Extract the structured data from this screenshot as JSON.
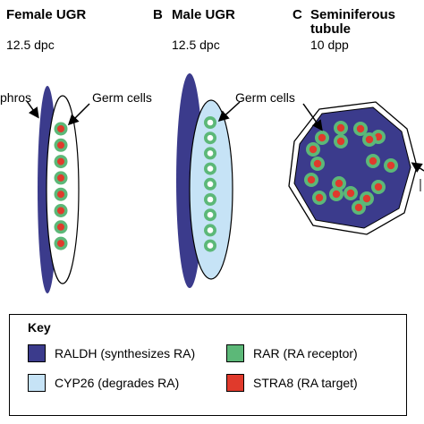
{
  "panels": {
    "a": {
      "title": "Female UGR",
      "age": "12.5 dpc",
      "left_tissue": "phros",
      "cells_label": "Germ cells"
    },
    "b": {
      "letter": "B",
      "title": "Male UGR",
      "age": "12.5 dpc",
      "cells_label": "Germ cells"
    },
    "c": {
      "letter": "C",
      "title_line1": "Seminiferous",
      "title_line2": "tubule",
      "age": "10 dpp"
    }
  },
  "key": {
    "title": "Key",
    "items": [
      {
        "id": "raldh",
        "label": "RALDH (synthesizes RA)",
        "color": "#3b3b8c"
      },
      {
        "id": "cyp26",
        "label": "CYP26  (degrades RA)",
        "color": "#c6e3f6"
      },
      {
        "id": "rar",
        "label": "RAR (RA receptor)",
        "color": "#5cb878"
      },
      {
        "id": "stra8",
        "label": "STRA8  (RA target)",
        "color": "#e03a2c"
      }
    ]
  },
  "colors": {
    "raldh": "#3b3b8c",
    "cyp26": "#c6e3f6",
    "rar": "#5cb878",
    "stra8": "#e03a2c",
    "white": "#ffffff"
  }
}
